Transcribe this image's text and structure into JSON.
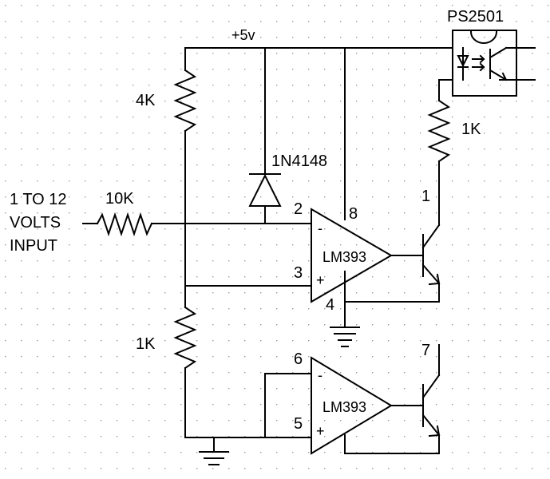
{
  "supply_label": "+5v",
  "optocoupler_label": "PS2501",
  "input_label": [
    "1 TO 12",
    "VOLTS",
    "INPUT"
  ],
  "resistors": {
    "r_top": "4K",
    "r_input": "10K",
    "r_bottom": "1K",
    "r_opto": "1K"
  },
  "diode_label": "1N4148",
  "comparators": [
    {
      "name": "LM393",
      "pin_inv": "2",
      "pin_noninv": "3",
      "pin_vcc": "8",
      "pin_gnd": "4",
      "pin_out": "1",
      "sign_inv": "-",
      "sign_noninv": "+"
    },
    {
      "name": "LM393",
      "pin_inv": "6",
      "pin_noninv": "5",
      "pin_out": "7",
      "sign_inv": "-",
      "sign_noninv": "+"
    }
  ],
  "colors": {
    "background": "#ffffff",
    "ink": "#000000",
    "grid_dot": "#9a9a9a"
  }
}
